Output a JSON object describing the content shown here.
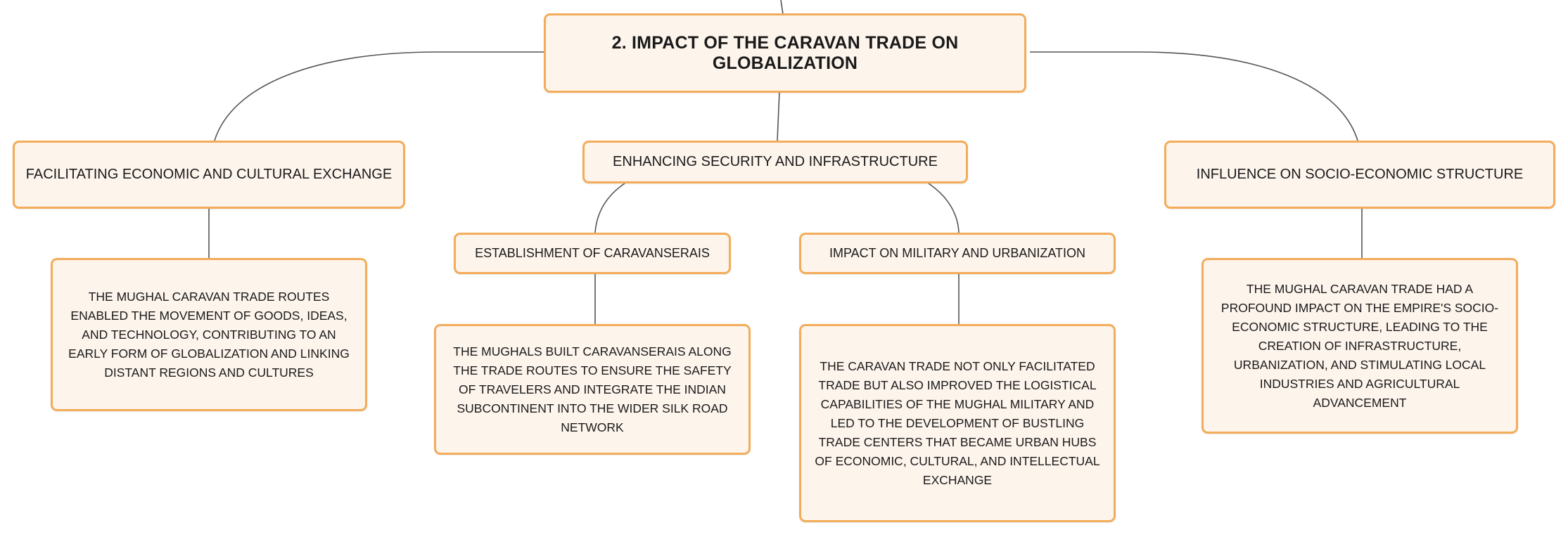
{
  "root": {
    "label": "2. IMPACT OF THE CARAVAN TRADE ON GLOBALIZATION"
  },
  "branches": [
    {
      "label": "FACILITATING ECONOMIC AND CULTURAL EXCHANGE",
      "detail": "THE MUGHAL CARAVAN TRADE ROUTES ENABLED THE MOVEMENT OF GOODS, IDEAS, AND TECHNOLOGY, CONTRIBUTING TO AN EARLY FORM OF GLOBALIZATION AND LINKING DISTANT REGIONS AND CULTURES"
    },
    {
      "label": "ENHANCING SECURITY AND INFRASTRUCTURE",
      "children": [
        {
          "label": "ESTABLISHMENT OF CARAVANSERAIS",
          "detail": "THE MUGHALS BUILT CARAVANSERAIS ALONG THE TRADE ROUTES TO ENSURE THE SAFETY OF TRAVELERS AND INTEGRATE THE INDIAN SUBCONTINENT INTO THE WIDER SILK ROAD NETWORK"
        },
        {
          "label": "IMPACT ON MILITARY AND URBANIZATION",
          "detail": "THE CARAVAN TRADE NOT ONLY FACILITATED TRADE BUT ALSO IMPROVED THE LOGISTICAL CAPABILITIES OF THE MUGHAL MILITARY AND LED TO THE DEVELOPMENT OF BUSTLING TRADE CENTERS THAT BECAME URBAN HUBS OF ECONOMIC, CULTURAL, AND INTELLECTUAL EXCHANGE"
        }
      ]
    },
    {
      "label": "INFLUENCE ON SOCIO-ECONOMIC STRUCTURE",
      "detail": "THE MUGHAL CARAVAN TRADE HAD A PROFOUND IMPACT ON THE EMPIRE'S SOCIO-ECONOMIC STRUCTURE, LEADING TO THE CREATION OF INFRASTRUCTURE, URBANIZATION, AND STIMULATING LOCAL INDUSTRIES AND AGRICULTURAL ADVANCEMENT"
    }
  ],
  "colors": {
    "node_fill": "#fdf4ec",
    "node_border": "#f3ac59",
    "connector": "#555555",
    "text": "#1a1a1a"
  }
}
